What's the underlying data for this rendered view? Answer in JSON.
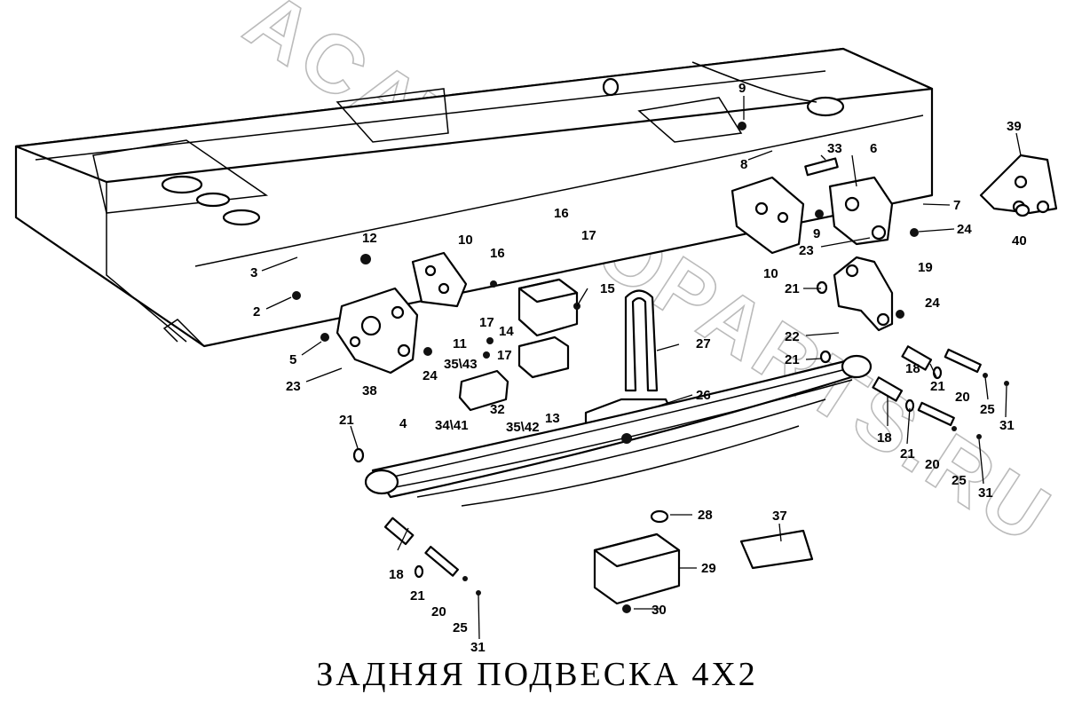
{
  "title": "ЗАДНЯЯ ПОДВЕСКА 4Х2",
  "watermark": "ACATAUTOPARTS.RU",
  "callouts": [
    {
      "id": "c9a",
      "text": "9"
    },
    {
      "id": "c8",
      "text": "8"
    },
    {
      "id": "c33",
      "text": "33"
    },
    {
      "id": "c6",
      "text": "6"
    },
    {
      "id": "c39",
      "text": "39"
    },
    {
      "id": "c7",
      "text": "7"
    },
    {
      "id": "c24a",
      "text": "24"
    },
    {
      "id": "c9b",
      "text": "9"
    },
    {
      "id": "c23a",
      "text": "23"
    },
    {
      "id": "c40",
      "text": "40"
    },
    {
      "id": "c16a",
      "text": "16"
    },
    {
      "id": "c10a",
      "text": "10"
    },
    {
      "id": "c16b",
      "text": "16"
    },
    {
      "id": "c17a",
      "text": "17"
    },
    {
      "id": "c12",
      "text": "12"
    },
    {
      "id": "c3",
      "text": "3"
    },
    {
      "id": "c15",
      "text": "15"
    },
    {
      "id": "c10b",
      "text": "10"
    },
    {
      "id": "c19",
      "text": "19"
    },
    {
      "id": "c21a",
      "text": "21"
    },
    {
      "id": "c2",
      "text": "2"
    },
    {
      "id": "c17b",
      "text": "17"
    },
    {
      "id": "c11",
      "text": "11"
    },
    {
      "id": "c14",
      "text": "14"
    },
    {
      "id": "c24b",
      "text": "24"
    },
    {
      "id": "c22",
      "text": "22"
    },
    {
      "id": "c27",
      "text": "27"
    },
    {
      "id": "c5",
      "text": "5"
    },
    {
      "id": "c17c",
      "text": "17"
    },
    {
      "id": "c3543",
      "text": "35\\43"
    },
    {
      "id": "c21b",
      "text": "21"
    },
    {
      "id": "c18a",
      "text": "18"
    },
    {
      "id": "c23b",
      "text": "23"
    },
    {
      "id": "c38",
      "text": "38"
    },
    {
      "id": "c24c",
      "text": "24"
    },
    {
      "id": "c21c",
      "text": "21"
    },
    {
      "id": "c20a",
      "text": "20"
    },
    {
      "id": "c25a",
      "text": "25"
    },
    {
      "id": "c31a",
      "text": "31"
    },
    {
      "id": "c26",
      "text": "26"
    },
    {
      "id": "c4",
      "text": "4"
    },
    {
      "id": "c13",
      "text": "13"
    },
    {
      "id": "c3441",
      "text": "34\\41"
    },
    {
      "id": "c32",
      "text": "32"
    },
    {
      "id": "c3542",
      "text": "35\\42"
    },
    {
      "id": "c21d",
      "text": "21"
    },
    {
      "id": "c18b",
      "text": "18"
    },
    {
      "id": "c21e",
      "text": "21"
    },
    {
      "id": "c20b",
      "text": "20"
    },
    {
      "id": "c25b",
      "text": "25"
    },
    {
      "id": "c31b",
      "text": "31"
    },
    {
      "id": "c28",
      "text": "28"
    },
    {
      "id": "c37",
      "text": "37"
    },
    {
      "id": "c29",
      "text": "29"
    },
    {
      "id": "c18c",
      "text": "18"
    },
    {
      "id": "c21f",
      "text": "21"
    },
    {
      "id": "c20c",
      "text": "20"
    },
    {
      "id": "c25c",
      "text": "25"
    },
    {
      "id": "c31c",
      "text": "31"
    },
    {
      "id": "c30",
      "text": "30"
    }
  ]
}
